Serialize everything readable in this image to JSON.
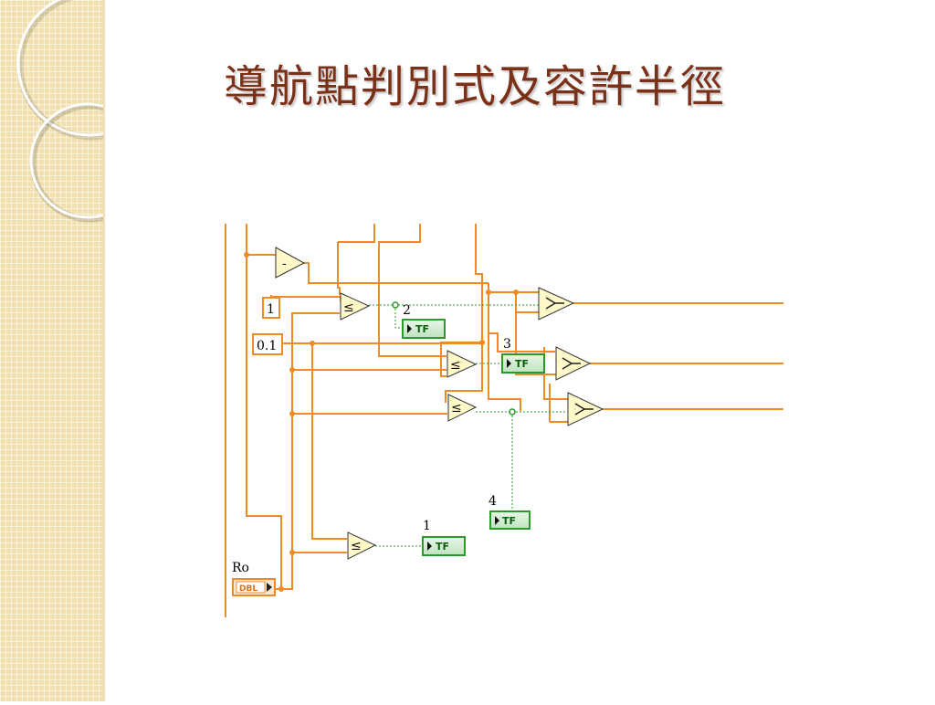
{
  "slide": {
    "title": "導航點判別式及容許半徑"
  },
  "diagram": {
    "constants": {
      "one": "1",
      "point_one": "0.1"
    },
    "control": {
      "name": "Ro",
      "type_tag": "DBL"
    },
    "indicator_labels": {
      "ind1": "1",
      "ind2": "2",
      "ind3": "3",
      "ind4": "4"
    },
    "tf_tag": "TF",
    "operator_symbols": {
      "subtract": "-",
      "less_equal": "≤"
    },
    "colors": {
      "numeric_wire": "#f08a24",
      "boolean_wire": "#2a9a2a",
      "node_fill": "#fff8c8",
      "title": "#7b3118"
    }
  }
}
